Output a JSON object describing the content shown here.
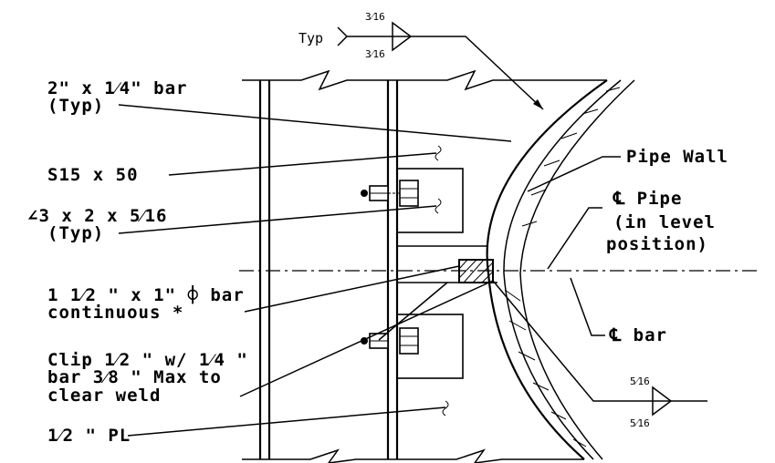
{
  "weld_top": {
    "typ": "Typ",
    "size_top": "3⁄16",
    "size_bottom": "3⁄16"
  },
  "weld_bottom": {
    "size_top": "5⁄16",
    "size_bottom": "5⁄16"
  },
  "labels": {
    "bar_2x14_line1": "2\" x 1⁄4\" bar",
    "bar_2x14_line2": "(Typ)",
    "s15": "S15 x 50",
    "angle_line1": "∠3 x 2 x 5⁄16",
    "angle_line2": "(Typ)",
    "bar_cont_line1": "1 1⁄2 \" x 1\" ⌽ bar",
    "bar_cont_line2": "continuous *",
    "clip_line1": "Clip 1⁄2 \" w/ 1⁄4 \"",
    "clip_line2": "bar 3⁄8 \" Max to",
    "clip_line3": "clear weld",
    "plate": "1⁄2 \" PL",
    "pipe_wall": "Pipe Wall",
    "cl_pipe_line1": "℄ Pipe",
    "cl_pipe_line2": "(in level",
    "cl_pipe_line3": "position)",
    "cl_bar": "℄ bar"
  }
}
